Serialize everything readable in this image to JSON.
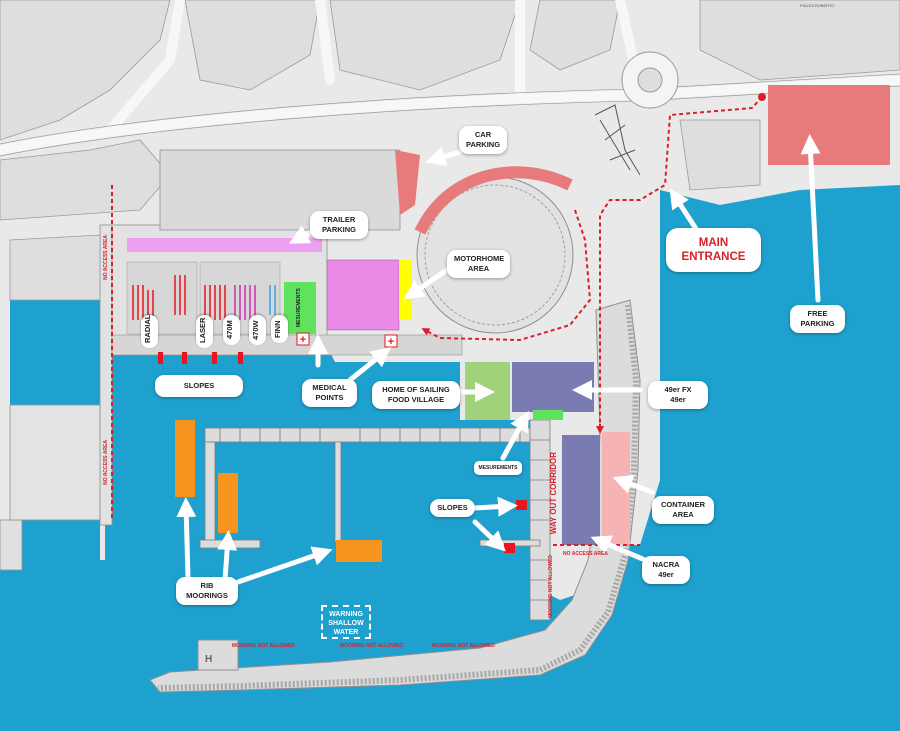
{
  "colors": {
    "sea": "#1ea1cf",
    "land": "#e9e9e9",
    "road": "#f7f7f7",
    "building": "#dedede",
    "outline": "#8f8f8f",
    "route": "#d9202a",
    "parking_zone": "#e77b7b",
    "motorhome_zone": "#e88ae6",
    "trailer_zone": "#ef9ff0",
    "highlight_yellow": "#ffff00",
    "measurement_green": "#5fe35f",
    "food_village": "#9fd27a",
    "class_zone": "#7b7bb3",
    "mooring": "#f7941d",
    "container_zone": "#f6b3b3",
    "slope": "#e8141e"
  },
  "labels": {
    "car_parking": "CAR\nPARKING",
    "trailer_parking": "TRAILER\nPARKING",
    "motorhome_area": "MOTORHOME\nAREA",
    "main_entrance": "MAIN\nENTRANCE",
    "free_parking": "FREE\nPARKING",
    "slopes_top": "SLOPES",
    "medical_points": "MEDICAL\nPOINTS",
    "home_of_sailing": "HOME OF SAILING\nFOOD VILLAGE",
    "class_49er_fx": "49er FX\n49er",
    "mesurements": "MESUREMENTS",
    "container_area": "CONTAINER\nAREA",
    "slopes_bottom": "SLOPES",
    "nacra": "NACRA\n49er",
    "rib_moorings": "RIB\nMOORINGS",
    "warning_shallow": "WARNING\nSHALLOW\nWATER",
    "way_out_corridor": "WAY OUT CORRIDOR",
    "piazza": "PIAZZA ROBERTO"
  },
  "boat_classes": [
    "RADIAL",
    "LASER",
    "470M",
    "470W",
    "FINN"
  ],
  "measurement_inside": "MESUREMENTS",
  "restriction_notes": {
    "no_access_area_left_top": "NO ACCESS AREA",
    "no_access_area_left_bottom": "NO ACCESS AREA",
    "no_access_area_right": "NO ACCESS AREA",
    "mooring_not_allowed_1": "MOORING NOT ALLOWED",
    "mooring_not_allowed_2": "MOORING NOT ALLOWED",
    "mooring_not_allowed_3": "MOORING NOT ALLOWED",
    "mooring_not_allowed_vertical": "MOORING NOT ALLOWED"
  },
  "medical_cross": "+"
}
